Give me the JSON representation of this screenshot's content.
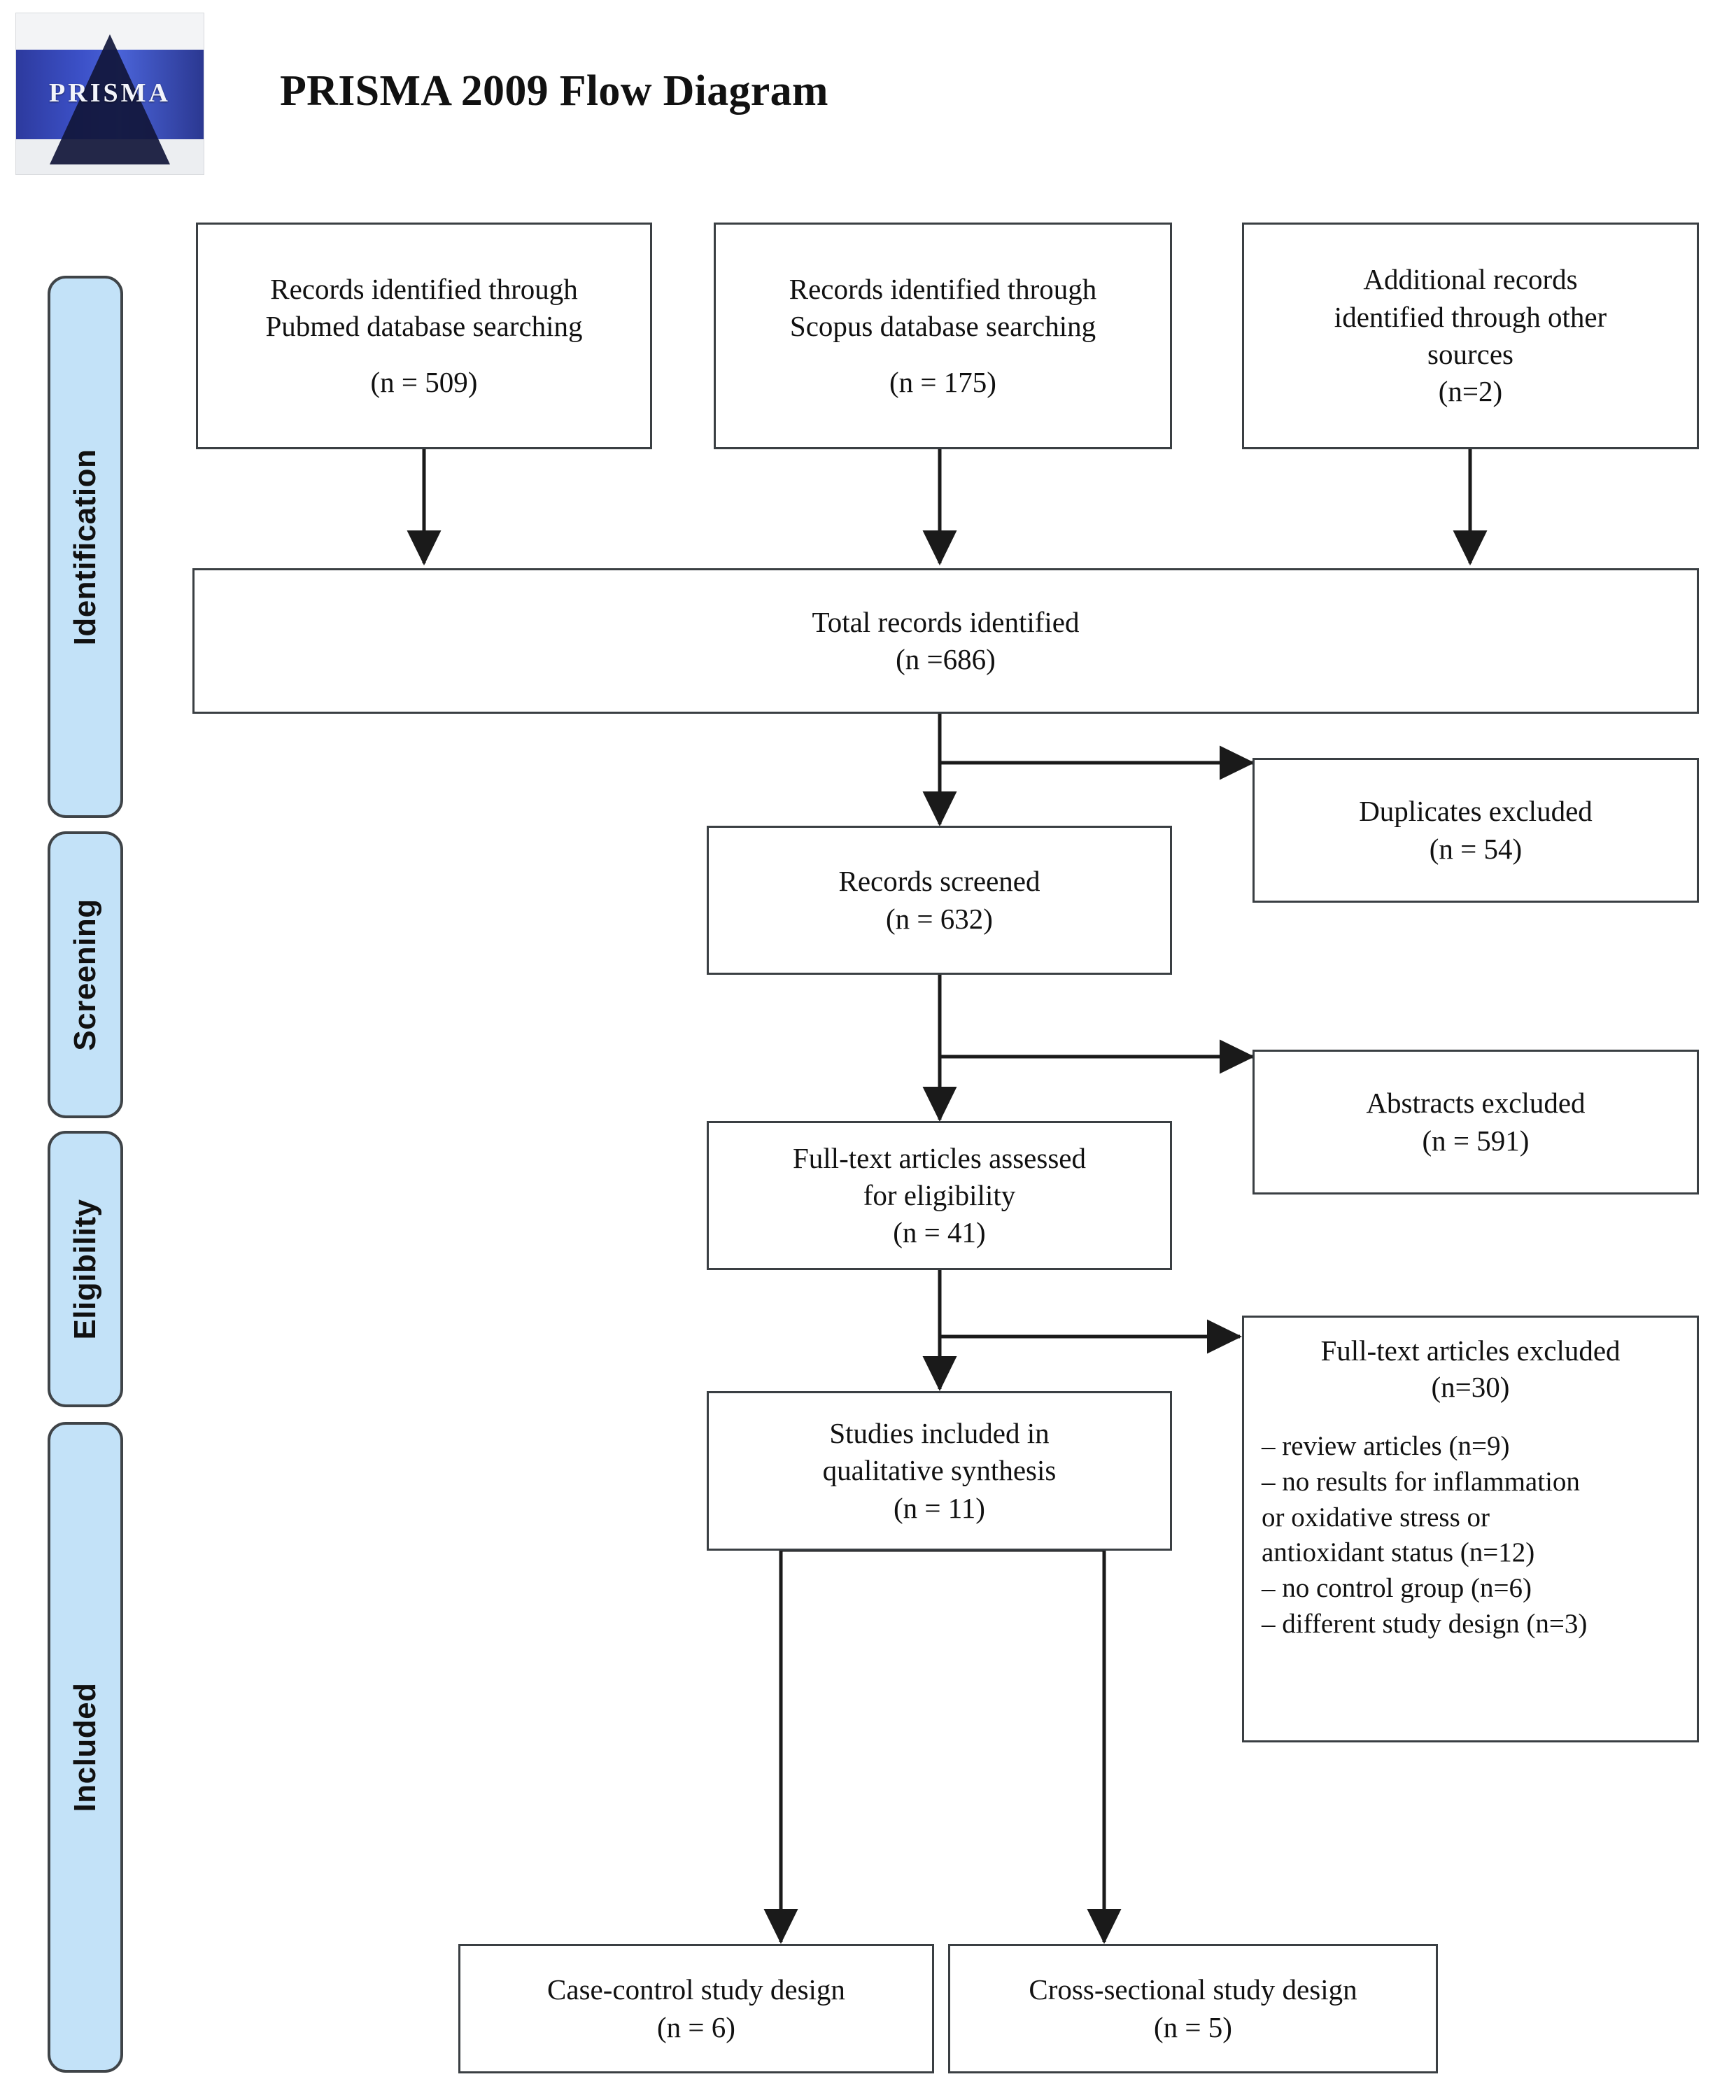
{
  "header": {
    "title": "PRISMA 2009 Flow Diagram",
    "logo_word": "PRISMA"
  },
  "phases": [
    {
      "id": "identification",
      "label": "Identification"
    },
    {
      "id": "screening",
      "label": "Screening"
    },
    {
      "id": "eligibility",
      "label": "Eligibility"
    },
    {
      "id": "included",
      "label": "Included"
    }
  ],
  "boxes": {
    "pubmed": {
      "line1": "Records identified through",
      "line2": "Pubmed database searching",
      "count": "(n = 509)"
    },
    "scopus": {
      "line1": "Records identified through",
      "line2": "Scopus database searching",
      "count": "(n = 175)"
    },
    "other_sources": {
      "line1": "Additional records",
      "line2": "identified through other",
      "line3": "sources",
      "count": "(n=2)"
    },
    "total_records": {
      "line1": "Total records identified",
      "count": "(n =686)"
    },
    "records_screened": {
      "line1": "Records screened",
      "count": "(n = 632)"
    },
    "duplicates_excluded": {
      "line1": "Duplicates excluded",
      "count": "(n = 54)"
    },
    "fulltext_assessed": {
      "line1": "Full-text articles assessed",
      "line2": "for eligibility",
      "count": "(n = 41)"
    },
    "abstracts_excluded": {
      "line1": "Abstracts excluded",
      "count": "(n = 591)"
    },
    "fulltext_excluded": {
      "line1": "Full-text articles excluded",
      "count": "(n=30)",
      "reasons": [
        "– review articles (n=9)",
        "– no results for inflammation",
        "   or oxidative stress or",
        "   antioxidant status (n=12)",
        "– no control group (n=6)",
        "– different study design (n=3)"
      ]
    },
    "studies_included": {
      "line1": "Studies included in",
      "line2": "qualitative synthesis",
      "count": "(n = 11)"
    },
    "case_control": {
      "line1": "Case-control study design",
      "count": "(n = 6)"
    },
    "cross_sectional": {
      "line1": "Cross-sectional study design",
      "count": "(n = 5)"
    }
  },
  "colors": {
    "phase_fill": "#c3e2f8",
    "phase_border": "#3f4448",
    "box_border": "#3a3f43",
    "line": "#1a1a1a",
    "background": "#ffffff"
  }
}
